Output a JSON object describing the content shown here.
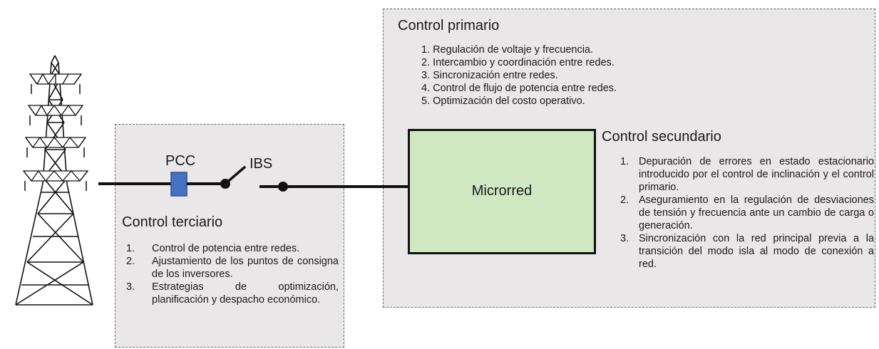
{
  "primary": {
    "title": "Control primario",
    "items": [
      "1. Regulación de voltaje y frecuencia.",
      "2. Intercambio y coordinación entre redes.",
      "3. Sincronización entre redes.",
      "4. Control de flujo de potencia entre redes.",
      "5. Optimización del costo operativo."
    ]
  },
  "secondary": {
    "title": "Control secundario",
    "items": [
      {
        "num": "1.",
        "text": "Depuración de errores en estado estacionario introducido por el control de inclinación y el control primario."
      },
      {
        "num": "2.",
        "text": "Aseguramiento en la regulación de desviaciones de tensión y frecuencia ante un cambio de carga o generación."
      },
      {
        "num": "3.",
        "text": "Sincronización con la red principal previa a la transición del modo isla al modo de conexión a red."
      }
    ]
  },
  "tertiary": {
    "title": "Control terciario",
    "items": [
      {
        "num": "1.",
        "text": "Control de potencia entre redes."
      },
      {
        "num": "2.",
        "text": "Ajustamiento de los puntos de consigna de los inversores."
      },
      {
        "num": "3.",
        "text": "Estrategias de optimización, planificación y despacho económico."
      }
    ]
  },
  "microgrid_label": "Microrred",
  "pcc_label": "PCC",
  "ibs_label": "IBS",
  "colors": {
    "box_fill": "#e9e7e7",
    "microgrid_fill": "#cfe8c1",
    "pcc_fill": "#4472c4"
  },
  "icons": {
    "tower": "transmission-tower-icon",
    "switch": "switch-icon"
  }
}
